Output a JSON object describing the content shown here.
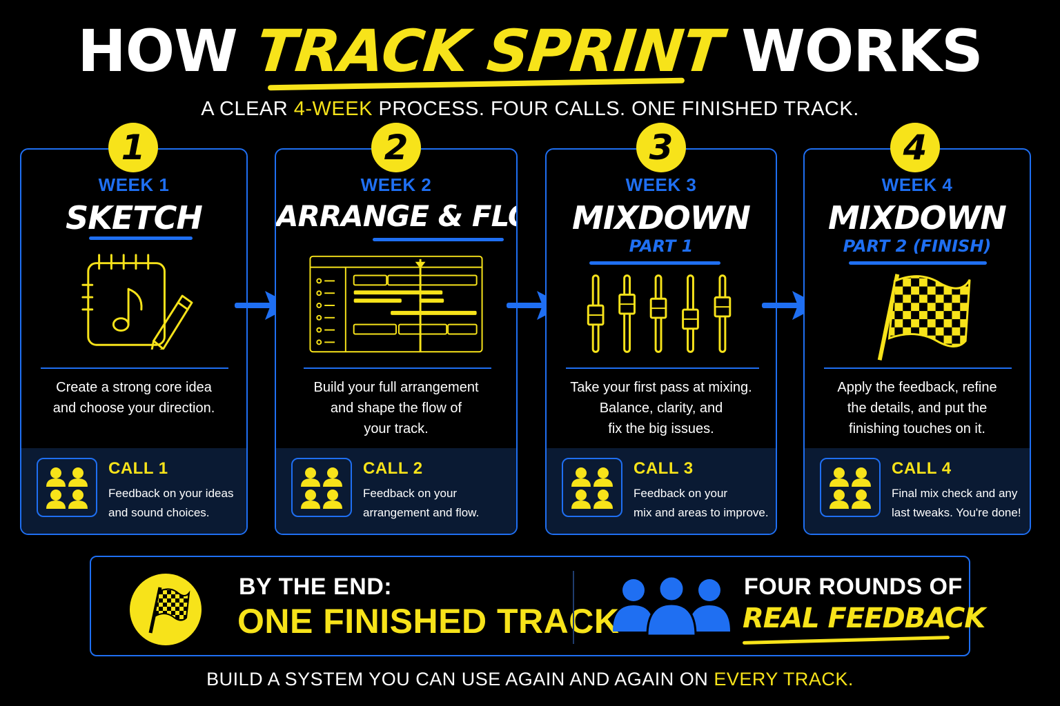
{
  "header": {
    "title_prefix": "HOW",
    "title_brand": "TRACK SPRINT",
    "title_suffix": "WORKS",
    "subtitle_a": "A CLEAR",
    "subtitle_highlight": "4-WEEK",
    "subtitle_b": "PROCESS. FOUR CALLS. ONE FINISHED TRACK."
  },
  "steps": [
    {
      "number": "1",
      "week": "WEEK 1",
      "stage": "SKETCH",
      "stage_sub": "",
      "icon": "notebook-music-pencil-icon",
      "desc": [
        "Create a strong core idea",
        "and choose your direction."
      ],
      "call_title": "CALL 1",
      "call_desc": [
        "Feedback on your ideas",
        "and sound choices."
      ]
    },
    {
      "number": "2",
      "week": "WEEK 2",
      "stage": "ARRANGE & FLOW",
      "stage_sub": "",
      "icon": "arrangement-timeline-icon",
      "desc": [
        "Build your full arrangement",
        "and shape the flow of",
        "your track."
      ],
      "call_title": "CALL 2",
      "call_desc": [
        "Feedback on your",
        "arrangement and flow."
      ]
    },
    {
      "number": "3",
      "week": "WEEK 3",
      "stage": "MIXDOWN",
      "stage_sub": "PART 1",
      "icon": "mixer-faders-icon",
      "desc": [
        "Take your first pass at mixing.",
        "Balance, clarity, and",
        "fix the big issues."
      ],
      "call_title": "CALL 3",
      "call_desc": [
        "Feedback on your",
        "mix and areas to improve."
      ]
    },
    {
      "number": "4",
      "week": "WEEK 4",
      "stage": "MIXDOWN",
      "stage_sub": "PART 2 (FINISH)",
      "icon": "checkered-flag-icon",
      "desc": [
        "Apply the feedback, refine",
        "the details, and put the",
        "finishing touches on it."
      ],
      "call_title": "CALL 4",
      "call_desc": [
        "Final mix check and any",
        "last tweaks. You're done!"
      ]
    }
  ],
  "summary": {
    "end_label": "BY THE END:",
    "end_value": "ONE FINISHED TRACK",
    "feedback_label": "FOUR ROUNDS OF",
    "feedback_value": "REAL FEEDBACK"
  },
  "footer": {
    "text": "BUILD A SYSTEM YOU CAN USE AGAIN AND AGAIN ON",
    "highlight": "EVERY TRACK."
  },
  "colors": {
    "accent_yellow": "#f7e31a",
    "accent_blue": "#1f6ff2",
    "background": "#000000",
    "call_panel": "#0a1a33"
  }
}
